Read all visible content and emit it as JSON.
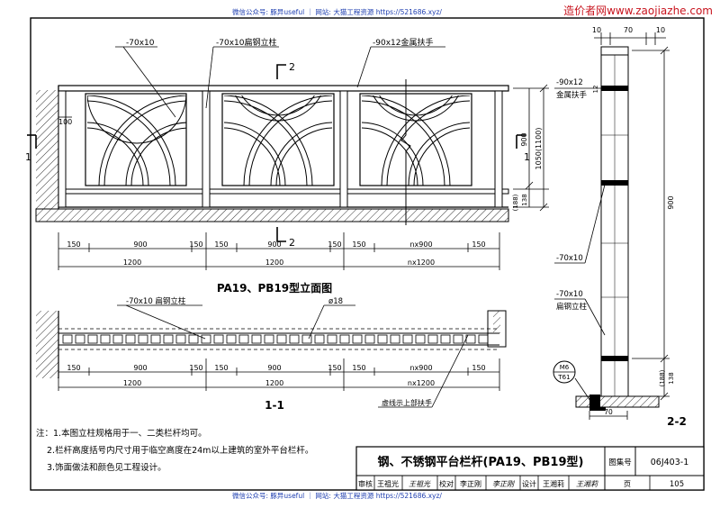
{
  "header": {
    "wechat_text": "微信公众号: 豚异useful ｜ 网站: 大猫工程资源 https://521686.xyz/",
    "brand_text": "造价者网www.zaojiazhe.com"
  },
  "footer": {
    "wechat_text": "微信公众号: 豚异useful ｜ 网站: 大猫工程资源 https://521686.xyz/"
  },
  "elevation": {
    "label_70x10": "-70x10",
    "label_post": "-70x10扁钢立柱",
    "label_handrail": "-90x12金属扶手",
    "section_mark": "2",
    "dim_100": "100",
    "dim_900": "900",
    "dim_1050": "1050(1100)",
    "dim_188": "(188)",
    "dim_138": "138",
    "sub_dims": [
      "150",
      "900",
      "150",
      "150",
      "900",
      "150",
      "150",
      "nx900",
      "150"
    ],
    "total_dims": [
      "1200",
      "1200",
      "nx1200"
    ],
    "cut_mark": "1",
    "title": "PA19、PB19型立面图"
  },
  "plan": {
    "label_post": "-70x10 扁钢立柱",
    "label_d18": "ø18",
    "sub_dims": [
      "150",
      "900",
      "150",
      "150",
      "900",
      "150",
      "150",
      "nx900",
      "150"
    ],
    "total_dims": [
      "1200",
      "1200",
      "nx1200"
    ],
    "title": "1-1",
    "note_dashed": "虚线示上部扶手"
  },
  "section": {
    "dims_top": [
      "10",
      "70",
      "10"
    ],
    "label_handrail_size": "-90x12",
    "label_handrail_name": "金属扶手",
    "dim_12": "12",
    "dim_900": "900",
    "label_70x10": "-70x10",
    "label_post_size": "-70x10",
    "label_post_name": "扁钢立柱",
    "dim_188": "(188)",
    "dim_138": "138",
    "detail_top": "M6",
    "detail_bottom": "T61",
    "dim_70": "70",
    "title": "2-2"
  },
  "notes": {
    "items": [
      "注：1.本图立柱规格用于一、二类栏杆均可。",
      "2.栏杆高度括号内尺寸用于临空高度在24m以上建筑的室外平台栏杆。",
      "3.饰面做法和颜色见工程设计。"
    ]
  },
  "title_block": {
    "title": "钢、不锈钢平台栏杆(PA19、PB19型)",
    "atlas_label": "图集号",
    "atlas_no": "06J403-1",
    "review_label": "审核",
    "review_name": "王祖光",
    "review_sig": "王祖光",
    "check_label": "校对",
    "check_name": "李正刚",
    "check_sig": "李正刚",
    "design_label": "设计",
    "design_name": "王湘莉",
    "design_sig": "王湘莉",
    "page_label": "页",
    "page_no": "105"
  }
}
